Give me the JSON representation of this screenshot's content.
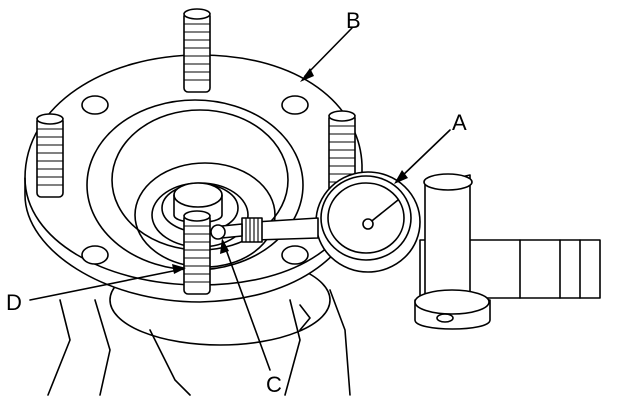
{
  "labels": {
    "a": "A",
    "b": "B",
    "c": "C",
    "d": "D"
  },
  "colors": {
    "line": "#000000",
    "background": "#ffffff"
  },
  "icons": {
    "dial_indicator": "dial-indicator-icon",
    "wheel_hub": "wheel-hub-icon",
    "wheel_stud": "wheel-stud-icon",
    "magnetic_base": "magnetic-base-icon"
  }
}
